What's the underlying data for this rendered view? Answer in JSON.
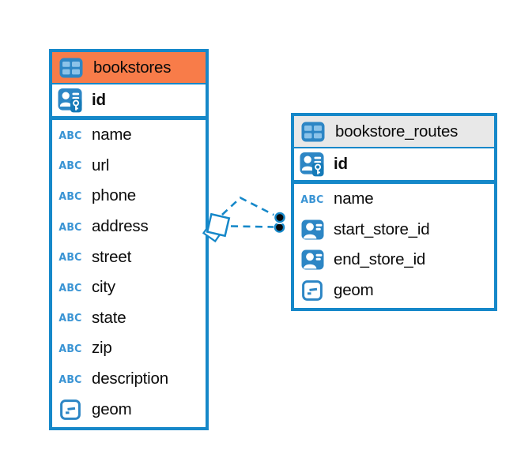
{
  "colors": {
    "accent_blue": "#1688c9",
    "icon_blue": "#2d86c5",
    "icon_blue_light": "#8cc3e9",
    "key_badge_blue": "#157ab8",
    "abc_blue": "#3a94d4",
    "header_orange": "#f87c49",
    "header_gray": "#e8e8e8",
    "text": "#0b0b0b",
    "endpoint_dot": "#0a0a0a"
  },
  "icons": {
    "abc_label": "ABC",
    "table_icon": "table-grid-icon",
    "primary_key_icon": "person-with-key-icon",
    "foreign_key_icon": "contact-card-icon",
    "geometry_icon": "square-dash-icon"
  },
  "diagram": {
    "tables": [
      {
        "title": "bookstores",
        "header_style": "orange",
        "key": {
          "name": "id"
        },
        "columns": [
          {
            "name": "name",
            "type_icon": "abc-text-icon"
          },
          {
            "name": "url",
            "type_icon": "abc-text-icon"
          },
          {
            "name": "phone",
            "type_icon": "abc-text-icon"
          },
          {
            "name": "address",
            "type_icon": "abc-text-icon"
          },
          {
            "name": "street",
            "type_icon": "abc-text-icon"
          },
          {
            "name": "city",
            "type_icon": "abc-text-icon"
          },
          {
            "name": "state",
            "type_icon": "abc-text-icon"
          },
          {
            "name": "zip",
            "type_icon": "abc-text-icon"
          },
          {
            "name": "description",
            "type_icon": "abc-text-icon"
          },
          {
            "name": "geom",
            "type_icon": "geometry-icon"
          }
        ]
      },
      {
        "title": "bookstore_routes",
        "header_style": "gray",
        "key": {
          "name": "id"
        },
        "columns": [
          {
            "name": "name",
            "type_icon": "abc-text-icon"
          },
          {
            "name": "start_store_id",
            "type_icon": "foreign-key-icon"
          },
          {
            "name": "end_store_id",
            "type_icon": "foreign-key-icon"
          },
          {
            "name": "geom",
            "type_icon": "geometry-icon"
          }
        ]
      }
    ],
    "relationships": [
      {
        "from_table": "bookstores",
        "to_table": "bookstore_routes",
        "to_column": "start_store_id",
        "line_style": "dashed"
      },
      {
        "from_table": "bookstores",
        "to_table": "bookstore_routes",
        "to_column": "end_store_id",
        "line_style": "dashed"
      }
    ]
  }
}
